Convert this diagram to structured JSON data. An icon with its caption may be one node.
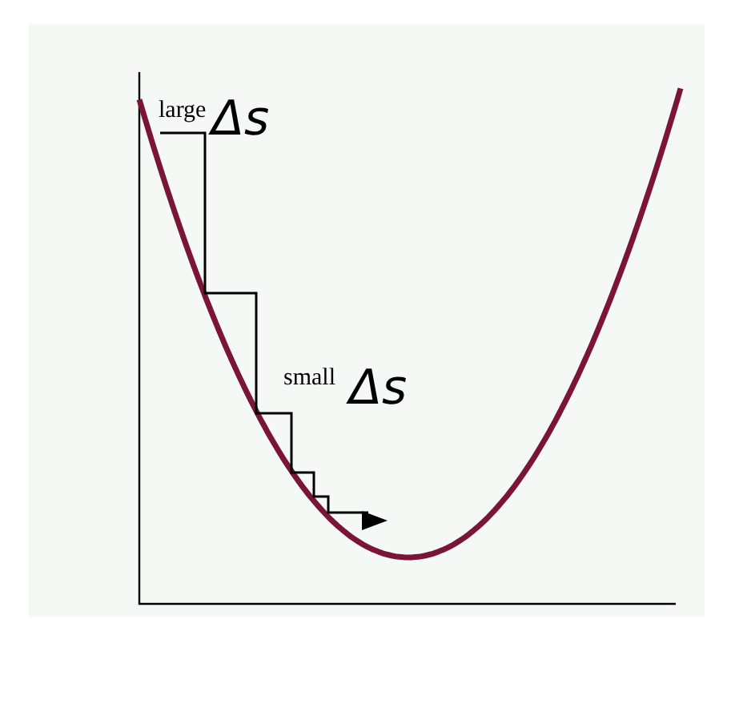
{
  "diagram": {
    "labels": [
      "large",
      "Δs",
      "small",
      "Δs"
    ]
  }
}
